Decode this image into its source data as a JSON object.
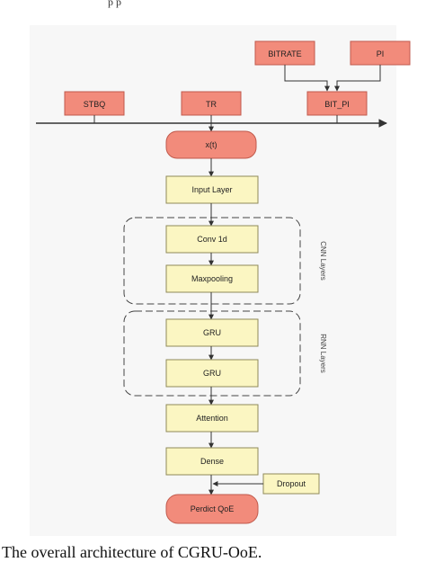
{
  "top_cut_text": "p         p",
  "caption": "The overall architecture of CGRU-OoE.",
  "inputs": {
    "stbq": "STBQ",
    "tr": "TR",
    "bitrate": "BITRATE",
    "pi": "PI",
    "bit_pi": "BIT_PI"
  },
  "nodes": {
    "xt": "x(t)",
    "input_layer": "Input Layer",
    "conv1d": "Conv 1d",
    "maxpooling": "Maxpooling",
    "gru1": "GRU",
    "gru2": "GRU",
    "attention": "Attention",
    "dense": "Dense",
    "dropout": "Dropout",
    "predict": "Perdict QoE"
  },
  "groups": {
    "cnn": "CNN Layers",
    "rnn": "RNN Layers"
  },
  "colors": {
    "salmon": "#f28b7b",
    "salmon_stroke": "#c05a4c",
    "yellow": "#fbf6c2",
    "yellow_stroke": "#8f8a5a",
    "panel": "#f7f7f7",
    "line": "#333333"
  }
}
